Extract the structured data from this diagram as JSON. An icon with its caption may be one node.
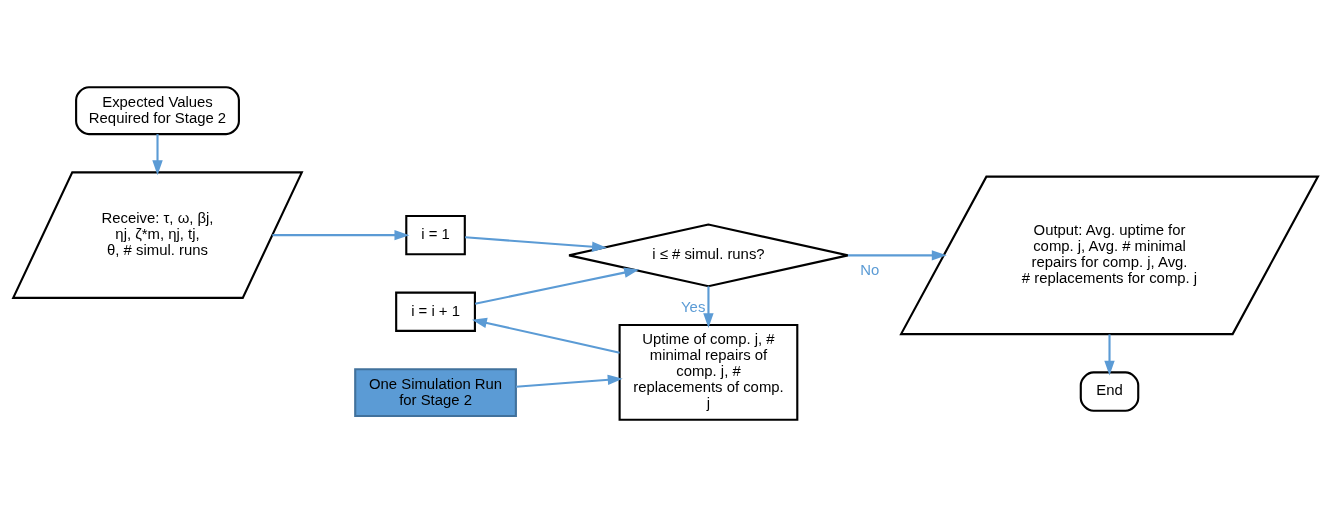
{
  "diagram": {
    "nodes": [
      {
        "text": [
          "Expected Values Required for Stage 2"
        ]
      },
      {
        "text": [
          "Receive: τ, ω, βj, ηj, ζ*m, ηj, tj, θ, # simul. runs"
        ]
      },
      {
        "text": [
          "i = 1"
        ]
      },
      {
        "text": [
          "i = i + 1"
        ]
      },
      {
        "text": [
          "i ≤ # simul. runs?"
        ]
      },
      {
        "text": [
          "Output: Avg. uptime for comp. j, Avg. # minimal repairs for comp. j, Avg. # replacements for comp. j"
        ]
      },
      {
        "text": [
          "Uptime of comp. j, # minimal repairs of comp. j, # replacements of comp. j"
        ]
      },
      {
        "text": [
          "One Simulation Run for Stage 2"
        ]
      },
      {
        "text": [
          "End"
        ]
      }
    ],
    "edges": [
      {
        "from": 0,
        "to": 1,
        "arrow": "to"
      },
      {
        "from": 1,
        "to": 2,
        "arrow": "to"
      },
      {
        "from": 2,
        "to": 4,
        "arrow": "to"
      },
      {
        "from": 3,
        "to": 4,
        "arrow": "to"
      },
      {
        "from": 4,
        "to": 5,
        "label": "No",
        "arrow": "to"
      },
      {
        "from": 4,
        "to": 6,
        "label": "Yes",
        "arrow": "to"
      },
      {
        "from": 7,
        "to": 6,
        "arrow": "to"
      },
      {
        "from": 6,
        "to": 3,
        "arrow": "to"
      },
      {
        "from": 5,
        "to": 8,
        "arrow": "to"
      }
    ]
  }
}
